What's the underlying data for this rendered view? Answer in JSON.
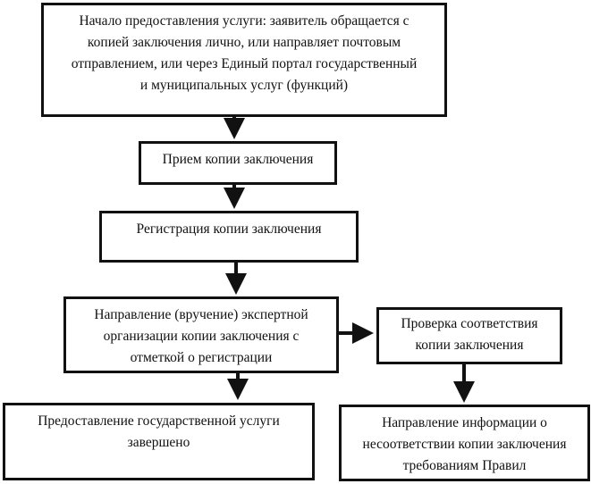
{
  "diagram": {
    "type": "flowchart",
    "nodes": [
      {
        "id": "start",
        "lines": [
          "Начало предоставления услуги: заявитель обращается с",
          "копией заключения лично, или направляет почтовым",
          "отправлением, или через Единый портал государственный",
          "и муниципальных услуг (функций)"
        ]
      },
      {
        "id": "receive",
        "lines": [
          "Прием копии заключения"
        ]
      },
      {
        "id": "register",
        "lines": [
          "Регистрация копии заключения"
        ]
      },
      {
        "id": "send",
        "lines": [
          "Направление (вручение) экспертной",
          "организации копии заключения с",
          "отметкой о регистрации"
        ]
      },
      {
        "id": "check",
        "lines": [
          "Проверка соответствия",
          "копии заключения"
        ]
      },
      {
        "id": "done",
        "lines": [
          "Предоставление государственной услуги",
          "завершено"
        ]
      },
      {
        "id": "mismatch",
        "lines": [
          "Направление информации о",
          "несоответствии копии заключения",
          "требованиям Правил"
        ]
      }
    ],
    "edges": [
      {
        "from": "start",
        "to": "receive"
      },
      {
        "from": "receive",
        "to": "register"
      },
      {
        "from": "register",
        "to": "send"
      },
      {
        "from": "send",
        "to": "check"
      },
      {
        "from": "send",
        "to": "done"
      },
      {
        "from": "check",
        "to": "mismatch"
      }
    ]
  }
}
